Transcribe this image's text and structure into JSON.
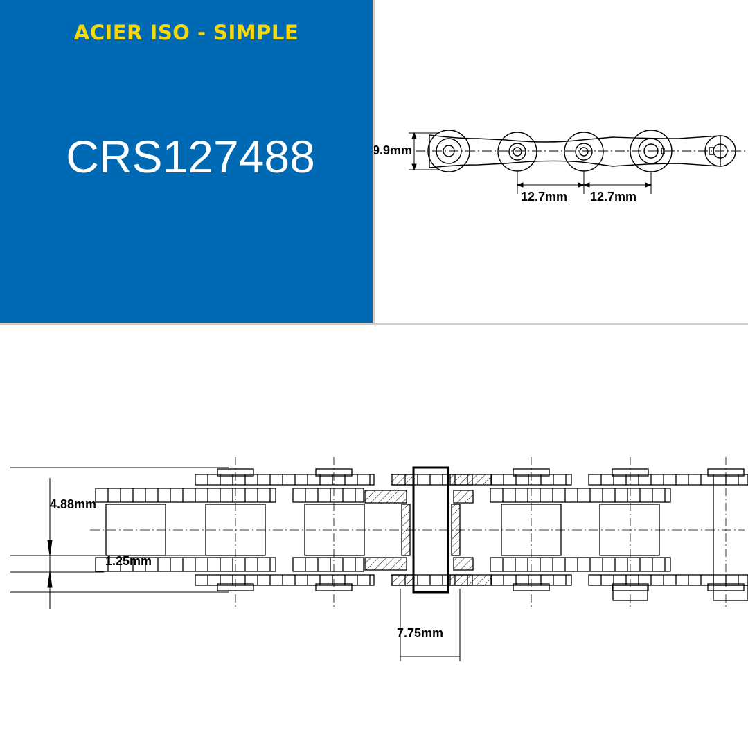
{
  "header": {
    "series_label": "ACIER ISO - SIMPLE",
    "product_code": "CRS127488"
  },
  "colors": {
    "panel_blue": "#0069b4",
    "series_yellow": "#f5d80a",
    "line": "#000000",
    "background": "#ffffff"
  },
  "side_view": {
    "roller_height": "9.9mm",
    "pitch_1": "12.7mm",
    "pitch_2": "12.7mm"
  },
  "top_view": {
    "inner_width": "4.88mm",
    "plate_thickness": "1.25mm",
    "pin_diameter": "7.75mm"
  }
}
